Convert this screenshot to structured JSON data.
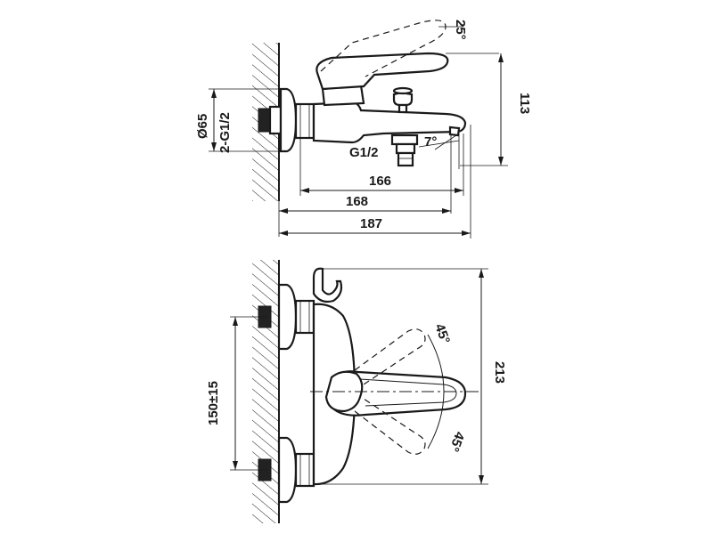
{
  "dimensions": {
    "angle_top": "25°",
    "height_113": "113",
    "diameter": "Ø65",
    "thread_inlet": "2-G1/2",
    "thread_outlet": "G1/2",
    "angle_spout": "7°",
    "len_166": "166",
    "len_168": "168",
    "len_187": "187",
    "angle_upper": "45°",
    "angle_lower": "45°",
    "spacing": "150±15",
    "height_213": "213"
  }
}
